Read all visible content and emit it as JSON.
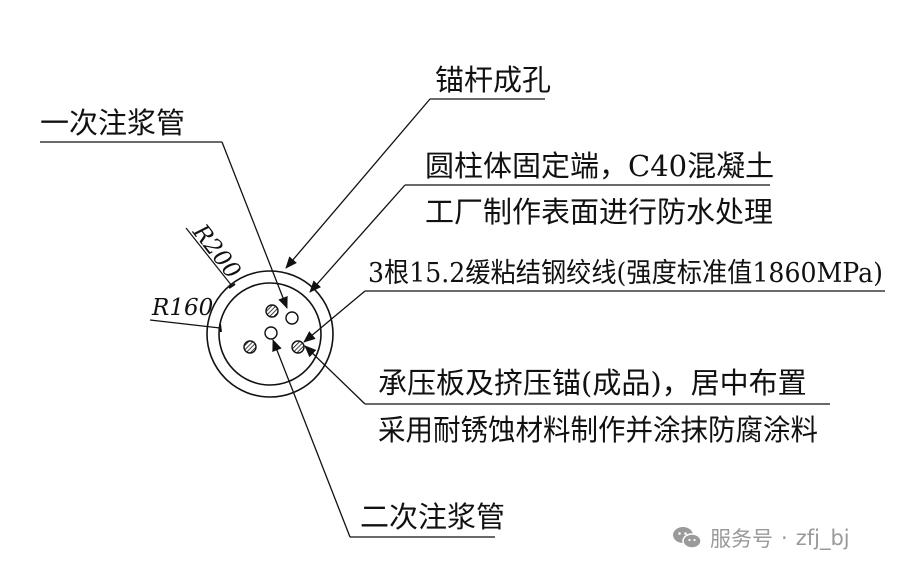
{
  "labels": {
    "anchor_hole": "锚杆成孔",
    "primary_grout_pipe": "一次注浆管",
    "cylinder_line1": "圆柱体固定端，C40混凝土",
    "cylinder_line2": "工厂制作表面进行防水处理",
    "strands": "3根15.2缓粘结钢绞线(强度标准值1860MPa)",
    "plate_line1": "承压板及挤压锚(成品)，居中布置",
    "plate_line2": "采用耐锈蚀材料制作并涂抹防腐涂料",
    "secondary_grout_pipe": "二次注浆管",
    "radius_outer": "R200",
    "radius_inner": "R160"
  },
  "watermark": {
    "icon": "wechat-icon",
    "text": "服务号",
    "separator": "·",
    "account": "zfj_bj"
  },
  "colors": {
    "line": "#111111",
    "watermark": "#9a9a9a"
  }
}
